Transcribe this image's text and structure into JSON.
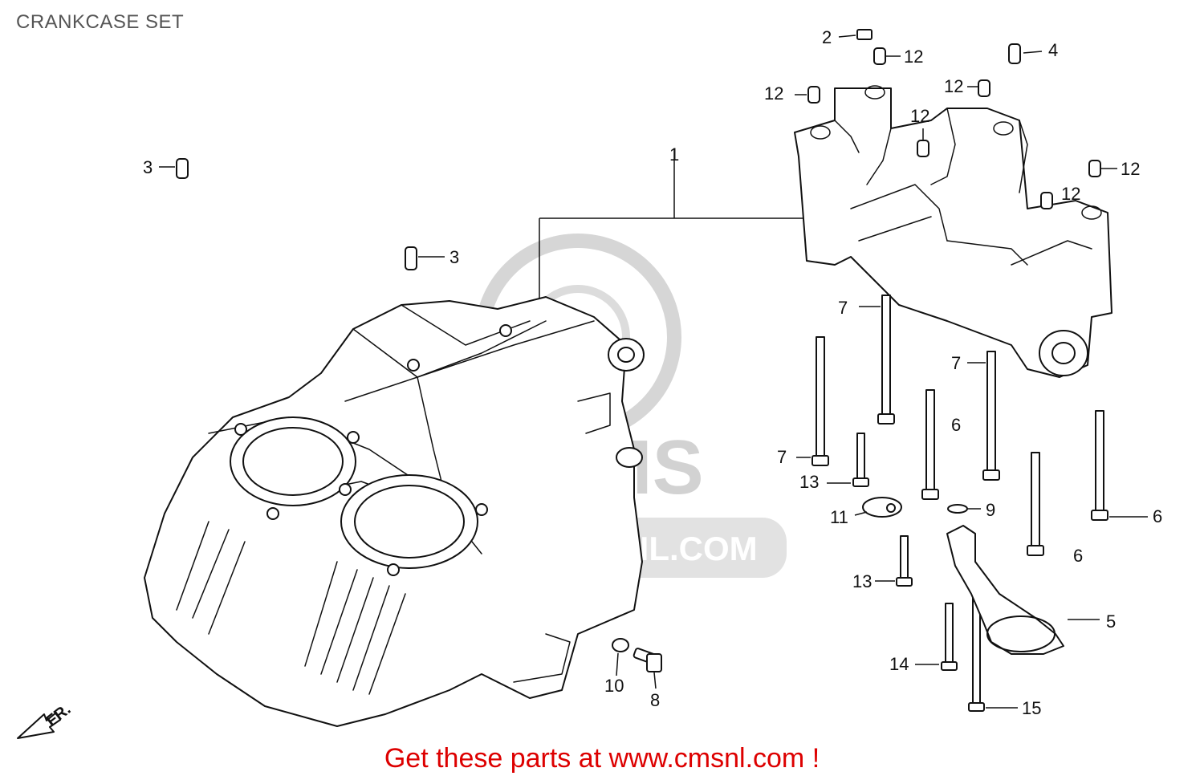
{
  "title": "CRANKCASE SET",
  "watermark": {
    "brand": "CMS",
    "url": "WWW.CMSNL.COM",
    "color": "#cfcfcf"
  },
  "direction_label": "FR.",
  "footer": {
    "text": "Get these parts at www.cmsnl.com !",
    "color": "#dd0000"
  },
  "callouts": {
    "c1": "1",
    "c2": "2",
    "c3a": "3",
    "c3b": "3",
    "c4": "4",
    "c5": "5",
    "c6a": "6",
    "c6b": "6",
    "c6c": "6",
    "c7a": "7",
    "c7b": "7",
    "c7c": "7",
    "c8": "8",
    "c9": "9",
    "c10": "10",
    "c11": "11",
    "c12a": "12",
    "c12b": "12",
    "c12c": "12",
    "c12d": "12",
    "c12e": "12",
    "c12f": "12",
    "c13a": "13",
    "c13b": "13",
    "c14": "14",
    "c15": "15"
  }
}
